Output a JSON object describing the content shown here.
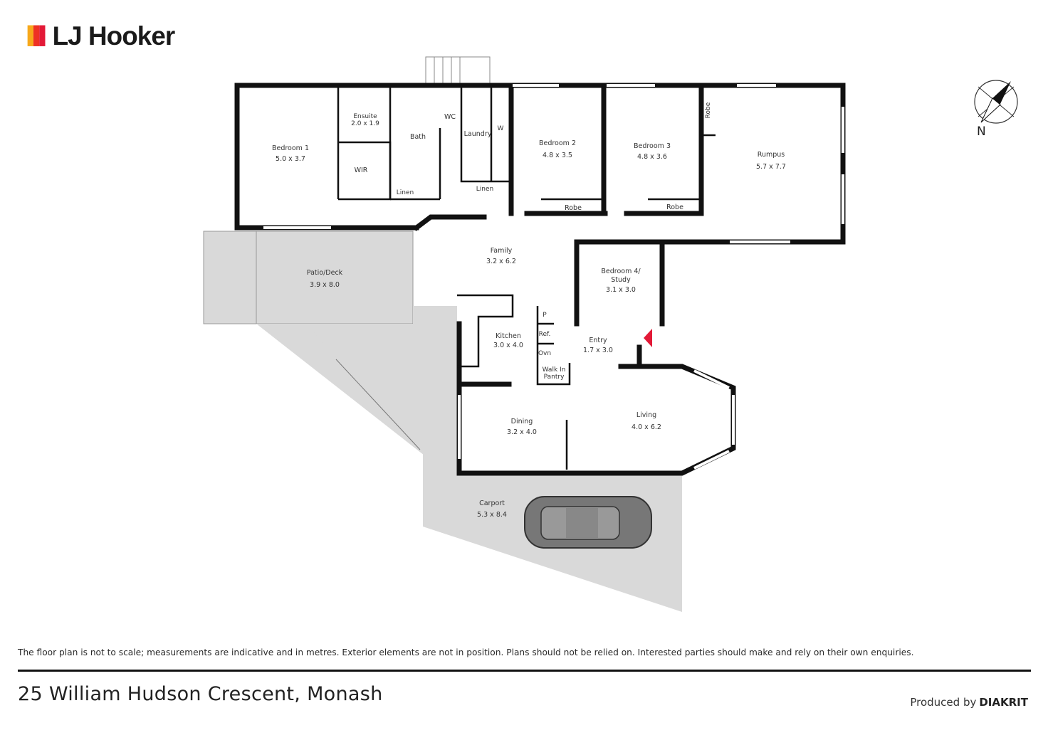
{
  "brand": {
    "name": "LJ Hooker",
    "colors": [
      "#f7a81b",
      "#ee3124",
      "#e31937"
    ]
  },
  "rooms": {
    "bedroom1": {
      "name": "Bedroom 1",
      "size": "5.0 x 3.7"
    },
    "ensuite": {
      "name": "Ensuite",
      "size": "2.0 x 1.9"
    },
    "bath": {
      "name": "Bath"
    },
    "wc": {
      "name": "WC"
    },
    "laundry": {
      "name": "Laundry"
    },
    "w": {
      "name": "W"
    },
    "wir": {
      "name": "WIR"
    },
    "linen1": {
      "name": "Linen"
    },
    "linen2": {
      "name": "Linen"
    },
    "bedroom2": {
      "name": "Bedroom 2",
      "size": "4.8 x 3.5"
    },
    "bedroom3": {
      "name": "Bedroom 3",
      "size": "4.8 x 3.6"
    },
    "robe1": {
      "name": "Robe"
    },
    "robe2": {
      "name": "Robe"
    },
    "robe3": {
      "name": "Robe"
    },
    "rumpus": {
      "name": "Rumpus",
      "size": "5.7 x 7.7"
    },
    "family": {
      "name": "Family",
      "size": "3.2 x 6.2"
    },
    "patio": {
      "name": "Patio/Deck",
      "size": "3.9 x 8.0"
    },
    "bedroom4": {
      "name_line1": "Bedroom 4/",
      "name_line2": "Study",
      "size": "3.1 x 3.0"
    },
    "kitchen": {
      "name": "Kitchen",
      "size": "3.0 x 4.0"
    },
    "p": {
      "name": "P"
    },
    "ref": {
      "name": "Ref."
    },
    "ovn": {
      "name": "Ovn"
    },
    "pantry": {
      "name_line1": "Walk In",
      "name_line2": "Pantry"
    },
    "entry": {
      "name": "Entry",
      "size": "1.7 x 3.0"
    },
    "dining": {
      "name": "Dining",
      "size": "3.2 x 4.0"
    },
    "living": {
      "name": "Living",
      "size": "4.0 x 6.2"
    },
    "carport": {
      "name": "Carport",
      "size": "5.3 x 8.4"
    }
  },
  "compass": {
    "label": "N"
  },
  "footer": {
    "disclaimer": "The floor plan is not to scale; measurements are indicative and in metres. Exterior elements are not in position. Plans should not be relied on. Interested parties should make and rely on their own enquiries.",
    "address": "25 William Hudson Crescent, Monash",
    "produced_by": "Produced by",
    "producer": "DIAKRIT"
  },
  "colors": {
    "wall": "#111111",
    "outdoor": "#d9d9d9",
    "entry_marker": "#e31937"
  }
}
